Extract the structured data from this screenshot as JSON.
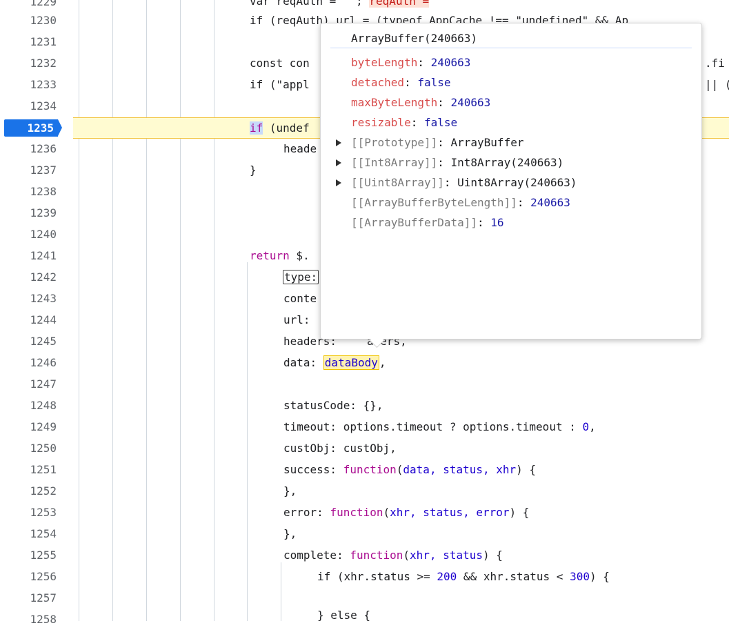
{
  "editor": {
    "line_numbers": [
      "1229",
      "1230",
      "1231",
      "1232",
      "1233",
      "1234",
      "1235",
      "1236",
      "1237",
      "1238",
      "1239",
      "1240",
      "1241",
      "1242",
      "1243",
      "1244",
      "1245",
      "1246",
      "1247",
      "1248",
      "1249",
      "1250",
      "1251",
      "1252",
      "1253",
      "1254",
      "1255",
      "1256",
      "1257",
      "1258"
    ],
    "current_line": "1235",
    "lines": {
      "l1229_a": "var reqAuth = \"\";",
      "l1229_b": "reqAuth =",
      "l1230": "if (reqAuth) url = (typeof AppCache !== \"undefined\" && Ap",
      "l1232_a": "const con",
      "l1232_b": ".fi",
      "l1233_a": "if (\"appl",
      "l1233_b": "|| (",
      "l1235_kw": "if",
      "l1235_rest": " (undef",
      "l1236": "heade",
      "l1237": "}",
      "l1241_kw": "return",
      "l1241_rest": " $.",
      "l1242": "type:",
      "l1243": "conte",
      "l1244": "url:",
      "l1245_a": "headers:",
      "l1245_b": "aders,",
      "l1246_a": "data: ",
      "l1246_b": "dataBody",
      "l1246_c": ",",
      "l1248": "statusCode: {},",
      "l1249_a": "timeout: options.timeout ? options.timeout : ",
      "l1249_b": "0",
      "l1249_c": ",",
      "l1250": "custObj: custObj,",
      "l1251_a": "success: ",
      "l1251_b": "function",
      "l1251_c": "(",
      "l1251_d": "data, status, xhr",
      "l1251_e": ") {",
      "l1252": "},",
      "l1253_a": "error: ",
      "l1253_b": "function",
      "l1253_c": "(",
      "l1253_d": "xhr, status, error",
      "l1253_e": ") {",
      "l1254": "},",
      "l1255_a": "complete: ",
      "l1255_b": "function",
      "l1255_c": "(",
      "l1255_d": "xhr, status",
      "l1255_e": ") {",
      "l1256_a": "if (xhr.status >= ",
      "l1256_b": "200",
      "l1256_c": " && xhr.status < ",
      "l1256_d": "300",
      "l1256_e": ") {",
      "l1258": "} else {"
    }
  },
  "tooltip": {
    "title": "ArrayBuffer(240663)",
    "properties": [
      {
        "key": "byteLength",
        "value": "240663",
        "kind": "num"
      },
      {
        "key": "detached",
        "value": "false",
        "kind": "bool"
      },
      {
        "key": "maxByteLength",
        "value": "240663",
        "kind": "num"
      },
      {
        "key": "resizable",
        "value": "false",
        "kind": "bool"
      },
      {
        "key": "[[Prototype]]",
        "value": "ArrayBuffer",
        "kind": "obj"
      },
      {
        "key": "[[Int8Array]]",
        "value": "Int8Array(240663)",
        "kind": "obj"
      },
      {
        "key": "[[Uint8Array]]",
        "value": "Uint8Array(240663)",
        "kind": "obj"
      },
      {
        "key": "[[ArrayBufferByteLength]]",
        "value": "240663",
        "kind": "num"
      },
      {
        "key": "[[ArrayBufferData]]",
        "value": "16",
        "kind": "num"
      }
    ]
  },
  "colors": {
    "breakpoint": "#1a73e8",
    "execution_line": "#fffbd1"
  }
}
